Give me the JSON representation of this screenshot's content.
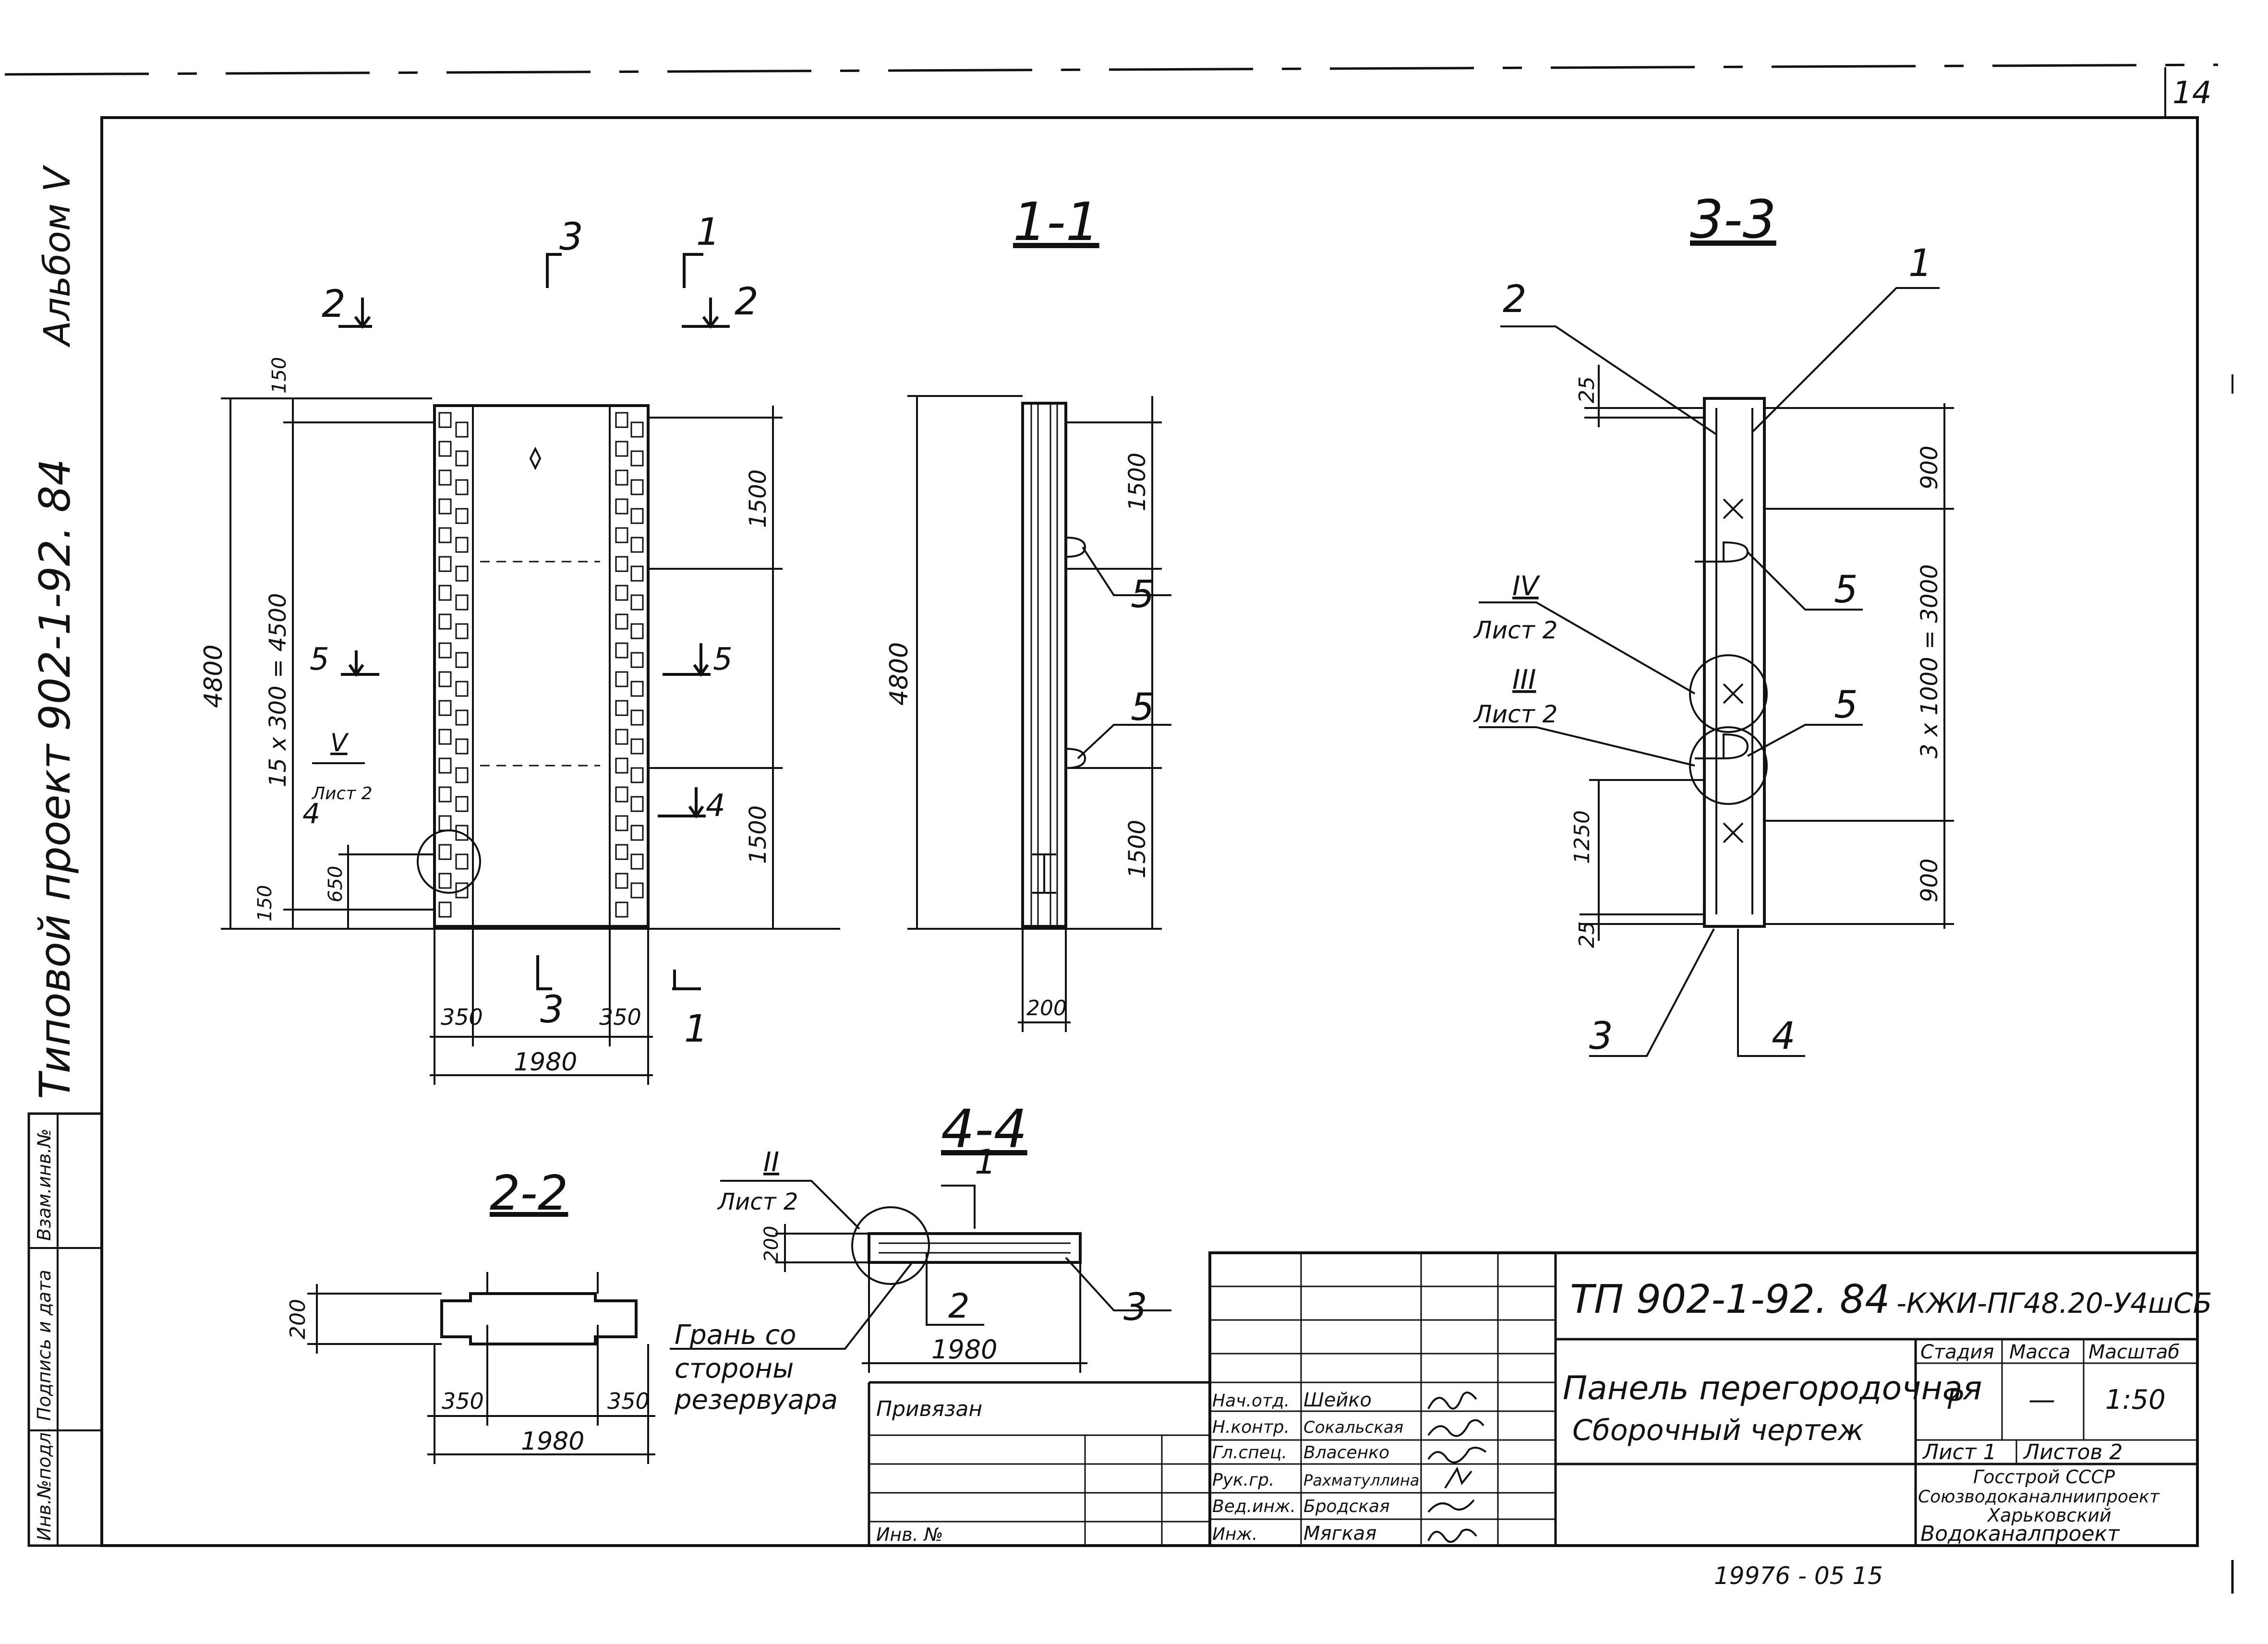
{
  "sheet": {
    "page_number": "14",
    "album_label": "Альбом V",
    "project_label": "Типовой проект 902-1-92. 84",
    "stamp_number": "19976 - 05  15"
  },
  "left_strip": {
    "inv_podl": "Инв.№подл.",
    "podpis_data": "Подпись и дата",
    "vzam_inv": "Взам.инв.№"
  },
  "view_main": {
    "dims": {
      "total_h": "4800",
      "pitch": "15 x 300 = 4500",
      "top": "150",
      "bottom": "150",
      "upper": "1500",
      "lower": "1500",
      "offset": "650",
      "left_w": "350",
      "right_w": "350",
      "total_w": "1980"
    },
    "cut_marks": {
      "c3": "3",
      "c1": "1",
      "c2a": "2",
      "c2b": "2",
      "c5a": "5",
      "c5b": "5",
      "c4a": "4",
      "c4b": "4",
      "c3b": "3",
      "c1b": "1"
    },
    "callout_roman": "V",
    "callout_sheet": "Лист 2"
  },
  "view_1_1": {
    "title": "1-1",
    "dims": {
      "total_h": "4800",
      "upper": "1500",
      "lower": "1500",
      "width": "200"
    },
    "leaders": [
      "5",
      "5"
    ]
  },
  "view_3_3": {
    "title": "3-3",
    "dims": {
      "top": "25",
      "upper": "900",
      "middle": "3 x 1000 = 3000",
      "h1250": "1250",
      "lower": "900",
      "bottom": "25"
    },
    "leaders": {
      "l2": "2",
      "l1": "1",
      "l5a": "5",
      "l5b": "5",
      "l3": "3",
      "l4": "4"
    },
    "callouts": [
      {
        "roman": "IV",
        "sheet": "Лист 2"
      },
      {
        "roman": "III",
        "sheet": "Лист 2"
      }
    ]
  },
  "view_2_2": {
    "title": "2-2",
    "dims": {
      "h": "200",
      "left": "350",
      "right": "350",
      "total": "1980"
    }
  },
  "view_4_4": {
    "title": "4-4",
    "callout_roman": "II",
    "callout_sheet": "Лист 2",
    "dims": {
      "h": "200",
      "total": "1980"
    },
    "leaders": {
      "l1": "1",
      "l2": "2",
      "l3": "3"
    },
    "note_lines": [
      "Грань со",
      "стороны",
      "резервуара"
    ]
  },
  "title_block": {
    "doc_code": "ТП 902-1-92. 84",
    "doc_suffix": "-КЖИ-ПГ48.20-У4шСБ",
    "name_line1": "Панель перегородочная",
    "name_line2": "Сборочный чертеж",
    "stage_label": "Стадия",
    "mass_label": "Масса",
    "scale_label": "Масштаб",
    "stage_value": "Р",
    "mass_value": "—",
    "scale_value": "1:50",
    "sheet_label": "Лист 1",
    "sheets_label": "Листов 2",
    "org_lines": [
      "Госстрой СССР",
      "Союзводоканалниипроект",
      "Харьковский",
      "Водоканалпроект"
    ],
    "privyazan": "Привязан",
    "inv_no": "Инв. №",
    "roles": [
      {
        "role": "Нач.отд.",
        "name": "Шейко"
      },
      {
        "role": "Н.контр.",
        "name": "Сокальская"
      },
      {
        "role": "Гл.спец.",
        "name": "Власенко"
      },
      {
        "role": "Рук.гр.",
        "name": "Рахматуллина"
      },
      {
        "role": "Вед.инж.",
        "name": "Бродская"
      },
      {
        "role": "Инж.",
        "name": "Мягкая"
      }
    ]
  }
}
